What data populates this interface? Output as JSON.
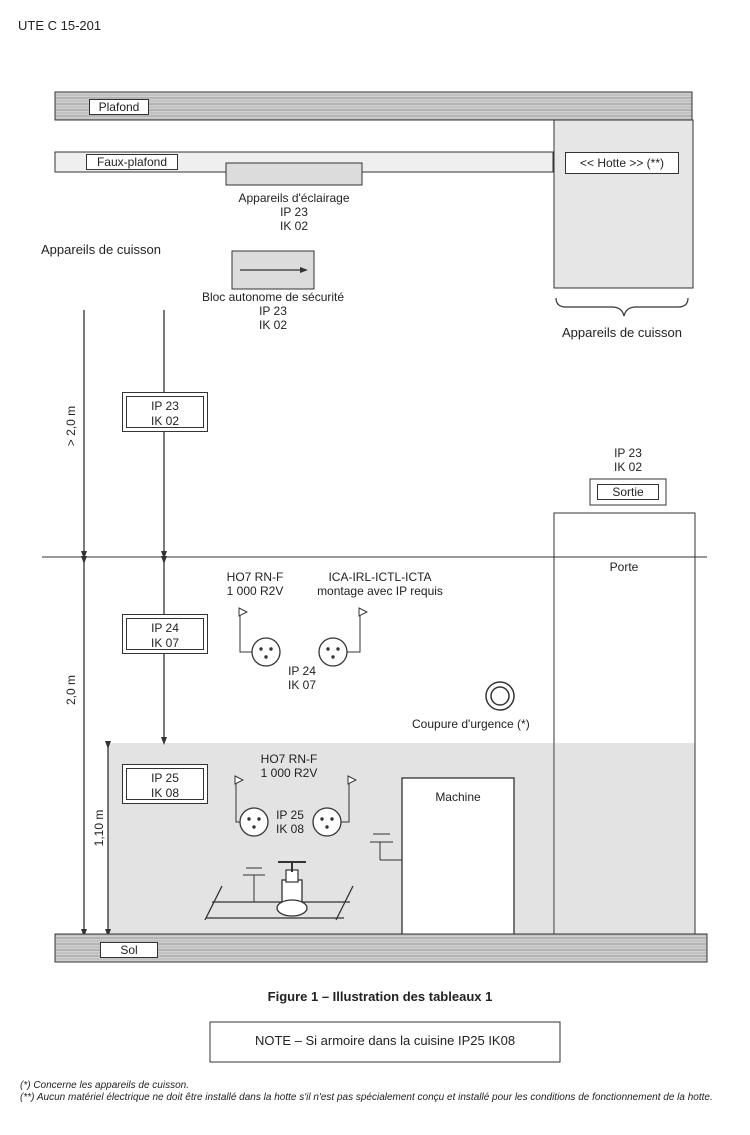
{
  "header": {
    "doc_id": "UTE C 15-201"
  },
  "labels": {
    "ceiling": "Plafond",
    "false_ceiling": "Faux-plafond",
    "hood": "<< Hotte >> (**)",
    "lighting": [
      "Appareils d'éclairage",
      "IP 23",
      "IK 02"
    ],
    "cooking_left": "Appareils de cuisson",
    "emergency_light": [
      "Bloc autonome de sécurité",
      "IP 23",
      "IK 02"
    ],
    "cooking_right": "Appareils de cuisson",
    "exit_rating": [
      "IP 23",
      "IK 02"
    ],
    "exit": "Sortie",
    "door": "Porte",
    "cable_left_mid": [
      "HO7 RN-F",
      "1 000 R2V"
    ],
    "cable_right_mid": [
      "ICA-IRL-ICTL-ICTA",
      "montage avec IP requis"
    ],
    "sockets_mid": [
      "IP 24",
      "IK 07"
    ],
    "emergency_stop": "Coupure d'urgence (*)",
    "cable_low": [
      "HO7 RN-F",
      "1 000 R2V"
    ],
    "sockets_low": [
      "IP 25",
      "IK 08"
    ],
    "machine": "Machine",
    "floor": "Sol"
  },
  "zones": [
    {
      "dimension": "> 2,0 m",
      "rating": [
        "IP 23",
        "IK 02"
      ]
    },
    {
      "dimension": "2,0 m",
      "rating": [
        "IP 24",
        "IK 07"
      ]
    },
    {
      "dimension": "1,10 m",
      "rating": [
        "IP 25",
        "IK 08"
      ]
    }
  ],
  "caption": "Figure 1 – Illustration des tableaux 1",
  "note": "NOTE – Si armoire dans la cuisine IP25 IK08",
  "footnotes": [
    "(*) Concerne les appareils de cuisson.",
    "(**) Aucun matériel électrique ne doit être installé dans la hotte s'il n'est pas spécialement conçu et installé pour les conditions de fonctionnement de la hotte."
  ],
  "colors": {
    "shade": "#e3e3e3",
    "line": "#333333"
  }
}
